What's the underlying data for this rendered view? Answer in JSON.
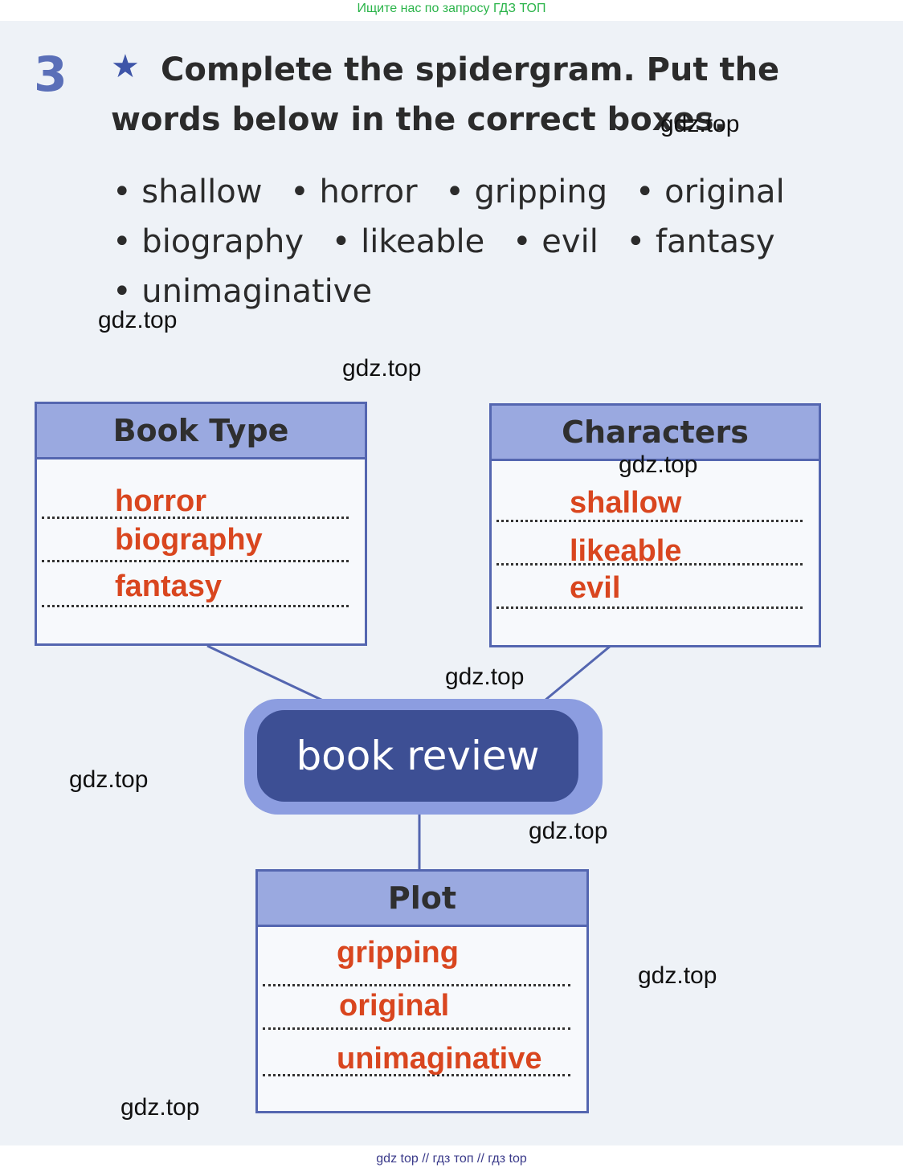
{
  "top_banner": "Ищите нас по запросу ГДЗ ТОП",
  "bottom_banner": "gdz top  //  гдз топ  //  гдз top",
  "exercise": {
    "number": "3",
    "star": "★",
    "instruction": "Complete the spidergram. Put the words below in the correct boxes."
  },
  "word_bank": {
    "row1": [
      "• shallow",
      "• horror",
      "• gripping",
      "• original"
    ],
    "row2": [
      "• biography",
      "• likeable",
      "• evil",
      "• fantasy"
    ],
    "row3": [
      "• unimaginative"
    ]
  },
  "center": {
    "label": "book review"
  },
  "boxes": {
    "book_type": {
      "title": "Book Type",
      "answers": [
        "horror",
        "biography",
        "fantasy"
      ]
    },
    "characters": {
      "title": "Characters",
      "answers": [
        "shallow",
        "likeable",
        "evil"
      ]
    },
    "plot": {
      "title": "Plot",
      "answers": [
        "gripping",
        "original",
        "unimaginative"
      ]
    }
  },
  "watermark": "gdz.top",
  "colors": {
    "header": "#9aa9e0",
    "border": "#5466b0",
    "center_dark": "#3d4f94",
    "center_light": "#8c9de0",
    "answer": "#d9461f"
  }
}
